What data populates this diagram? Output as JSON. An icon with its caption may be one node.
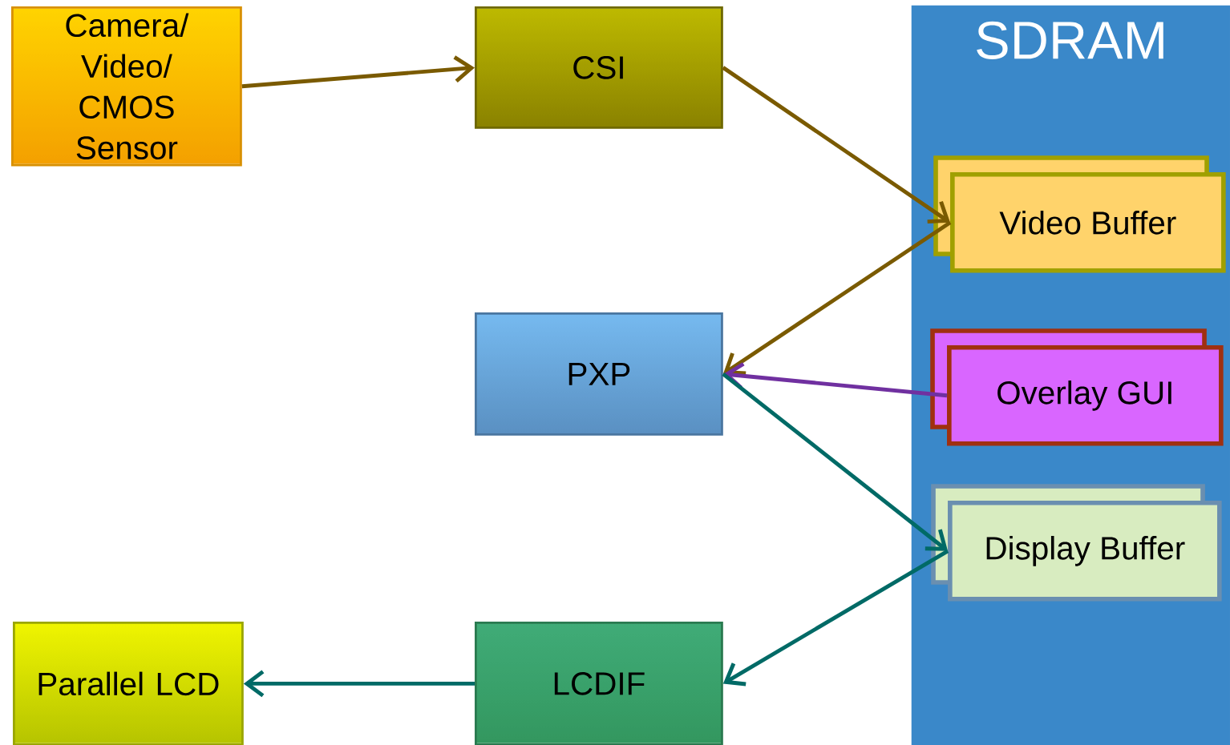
{
  "diagram": {
    "nodes": [
      {
        "text": [
          "Camera/ Video/ CMOS Sensor"
        ]
      },
      {
        "text": [
          "CSI"
        ]
      },
      {
        "text": [
          "SDRAM"
        ]
      },
      {
        "text": [
          "Video Buffer"
        ],
        "in": 2
      },
      {
        "text": [
          "PXP"
        ]
      },
      {
        "text": [
          "Overlay GUI"
        ],
        "in": 2
      },
      {
        "text": [
          "Display Buffer"
        ],
        "in": 2
      },
      {
        "text": [
          "Parallel LCD"
        ]
      },
      {
        "text": [
          "LCDIF"
        ]
      }
    ],
    "edges": [
      {
        "from": 0,
        "to": 1,
        "arrow": "to"
      },
      {
        "from": 1,
        "to": 3,
        "arrow": "to"
      },
      {
        "from": 3,
        "to": 4,
        "arrow": "to"
      },
      {
        "from": 5,
        "to": 4,
        "arrow": "to",
        "color": "#7030a0"
      },
      {
        "from": 4,
        "to": 6,
        "arrow": "to",
        "color": "#006a66"
      },
      {
        "from": 6,
        "to": 8,
        "arrow": "to",
        "color": "#006a66"
      },
      {
        "from": 8,
        "to": 7,
        "arrow": "to",
        "color": "#006a66"
      }
    ]
  }
}
